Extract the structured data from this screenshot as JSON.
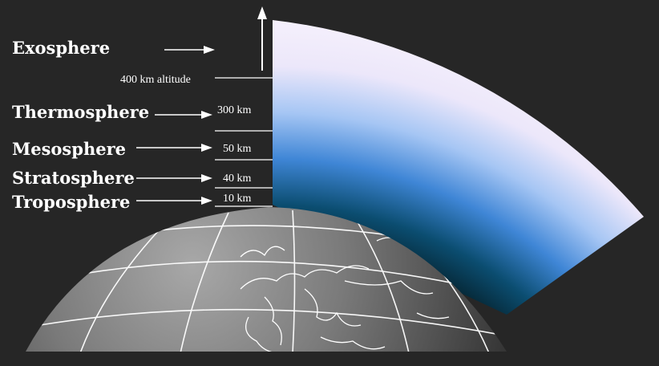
{
  "layers": [
    {
      "name": "Exosphere",
      "altitude": "400 km altitude"
    },
    {
      "name": "Thermosphere",
      "altitude": "300 km"
    },
    {
      "name": "Mesosphere",
      "altitude": "50 km"
    },
    {
      "name": "Stratosphere",
      "altitude": "40 km"
    },
    {
      "name": "Troposphere",
      "altitude": "10 km"
    }
  ],
  "colors": {
    "background": "#262626",
    "atmosphere_top": "#f3eefb",
    "atmosphere_mid": "#4d8ee0",
    "atmosphere_low": "#0a4a6e",
    "globe_light": "#9a9a9a",
    "globe_dark": "#3a3a3a",
    "lines": "#ffffff"
  }
}
